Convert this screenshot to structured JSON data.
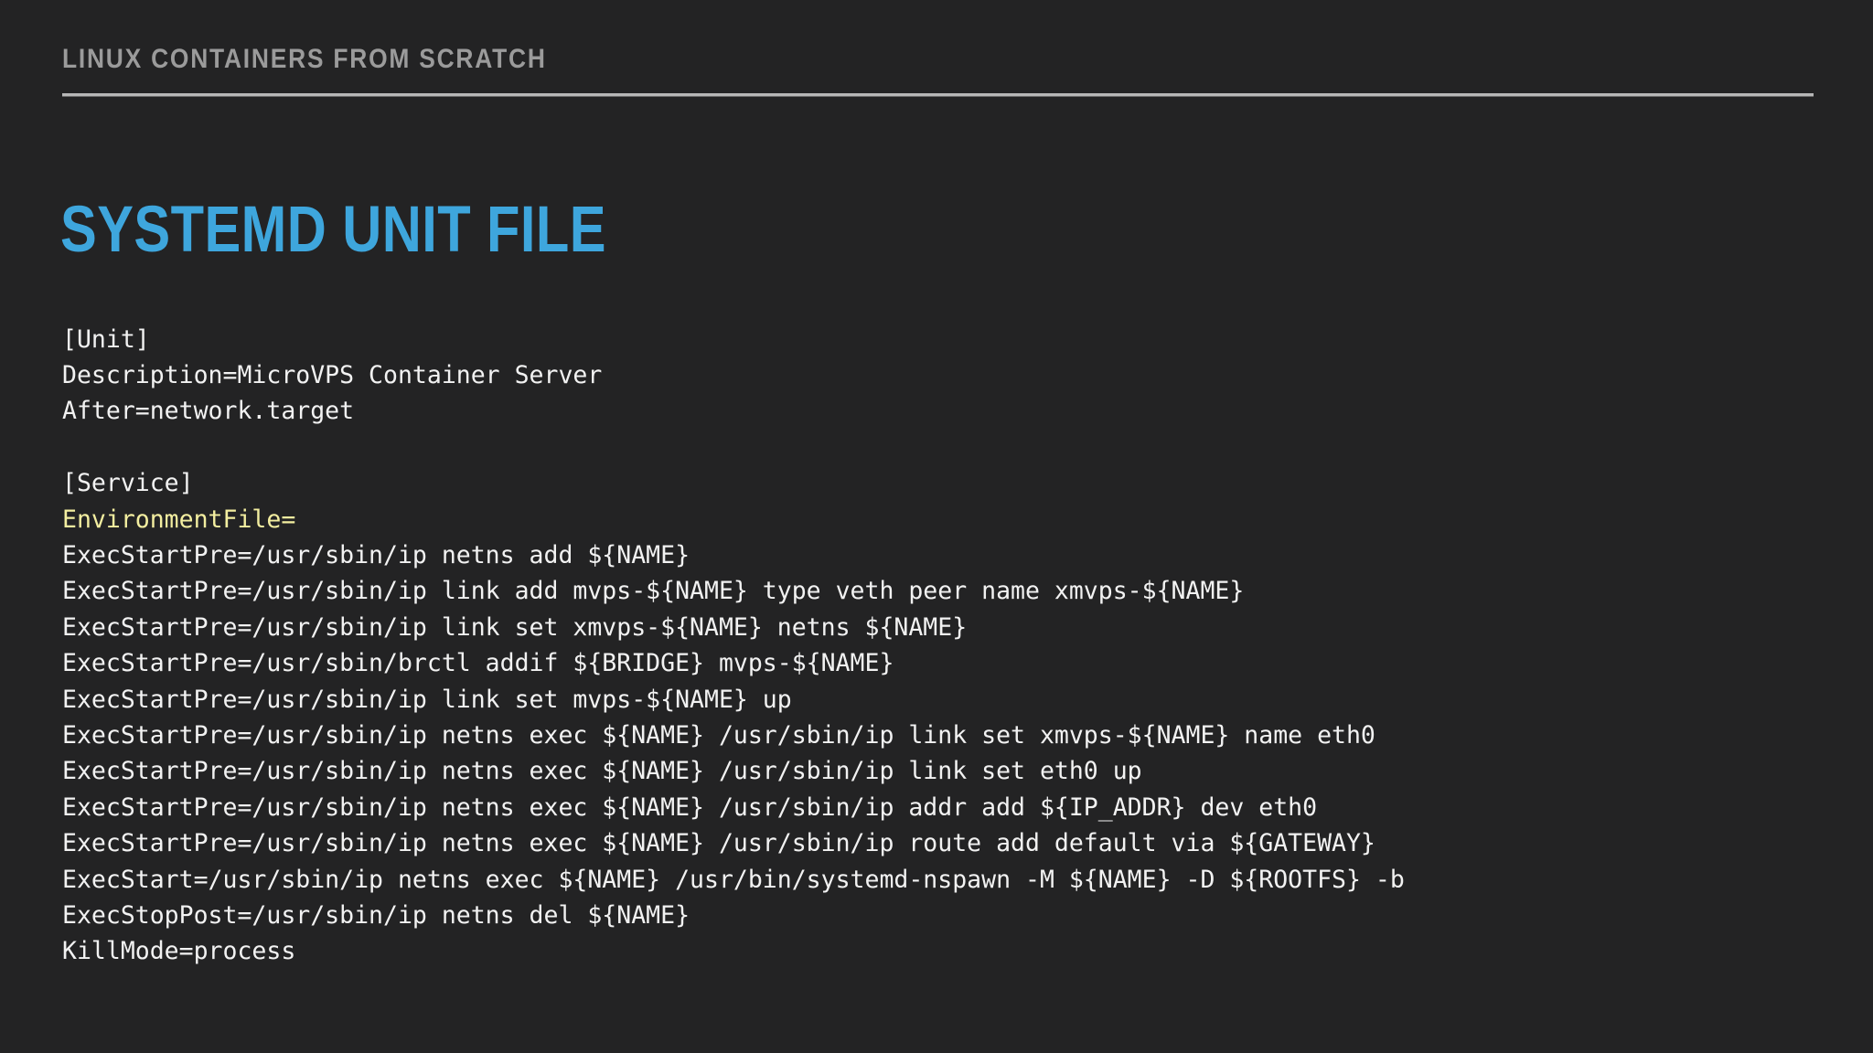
{
  "slide": {
    "kicker": "LINUX CONTAINERS FROM SCRATCH",
    "title": "SYSTEMD UNIT FILE",
    "colors": {
      "background": "#232324",
      "kicker_text": "#9b9b9b",
      "rule": "#b7b7b7",
      "title_accent": "#3ea6dd",
      "code_text": "#f2f2f2",
      "code_highlight": "#f3eea0"
    }
  },
  "code": {
    "language": "systemd-unit",
    "lines": [
      {
        "text": "[Unit]",
        "style": "normal"
      },
      {
        "text": "Description=MicroVPS Container Server",
        "style": "normal"
      },
      {
        "text": "After=network.target",
        "style": "normal"
      },
      {
        "text": "",
        "style": "blank"
      },
      {
        "text": "[Service]",
        "style": "normal"
      },
      {
        "text": "EnvironmentFile=",
        "style": "highlight"
      },
      {
        "text": "ExecStartPre=/usr/sbin/ip netns add ${NAME}",
        "style": "normal"
      },
      {
        "text": "ExecStartPre=/usr/sbin/ip link add mvps-${NAME} type veth peer name xmvps-${NAME}",
        "style": "normal"
      },
      {
        "text": "ExecStartPre=/usr/sbin/ip link set xmvps-${NAME} netns ${NAME}",
        "style": "normal"
      },
      {
        "text": "ExecStartPre=/usr/sbin/brctl addif ${BRIDGE} mvps-${NAME}",
        "style": "normal"
      },
      {
        "text": "ExecStartPre=/usr/sbin/ip link set mvps-${NAME} up",
        "style": "normal"
      },
      {
        "text": "ExecStartPre=/usr/sbin/ip netns exec ${NAME} /usr/sbin/ip link set xmvps-${NAME} name eth0",
        "style": "normal"
      },
      {
        "text": "ExecStartPre=/usr/sbin/ip netns exec ${NAME} /usr/sbin/ip link set eth0 up",
        "style": "normal"
      },
      {
        "text": "ExecStartPre=/usr/sbin/ip netns exec ${NAME} /usr/sbin/ip addr add ${IP_ADDR} dev eth0",
        "style": "normal"
      },
      {
        "text": "ExecStartPre=/usr/sbin/ip netns exec ${NAME} /usr/sbin/ip route add default via ${GATEWAY}",
        "style": "normal"
      },
      {
        "text": "ExecStart=/usr/sbin/ip netns exec ${NAME} /usr/bin/systemd-nspawn -M ${NAME} -D ${ROOTFS} -b",
        "style": "normal"
      },
      {
        "text": "ExecStopPost=/usr/sbin/ip netns del ${NAME}",
        "style": "normal"
      },
      {
        "text": "KillMode=process",
        "style": "normal"
      }
    ]
  }
}
